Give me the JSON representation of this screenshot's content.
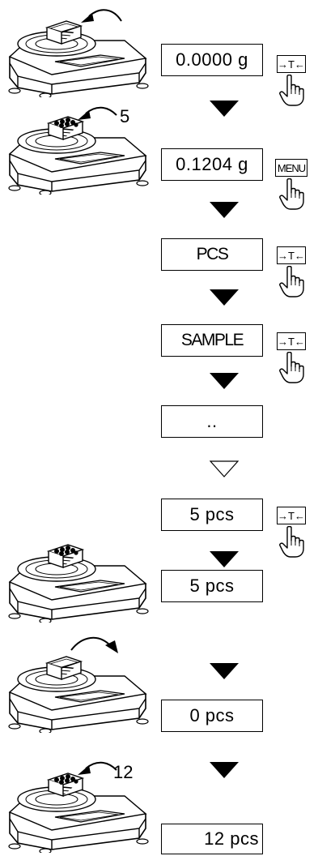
{
  "steps": [
    {
      "display": "0.0000 g",
      "key": "→T←"
    },
    {
      "display": "0.1204 g",
      "key": "MENU"
    },
    {
      "display": "PCS",
      "key": "→T←"
    },
    {
      "display": "SAMPLE",
      "key": "→T←"
    },
    {
      "display": "..",
      "key": ""
    },
    {
      "display": "5 pcs",
      "key": "→T←"
    },
    {
      "display": "5 pcs",
      "key": ""
    },
    {
      "display": "0 pcs",
      "key": ""
    },
    {
      "display": "12 pcs",
      "key": ""
    }
  ],
  "counts": [
    "5",
    "12"
  ],
  "icons": {
    "scale": "precision-balance-icon",
    "hand": "pointing-hand-icon",
    "arrow": "down-triangle-icon"
  }
}
